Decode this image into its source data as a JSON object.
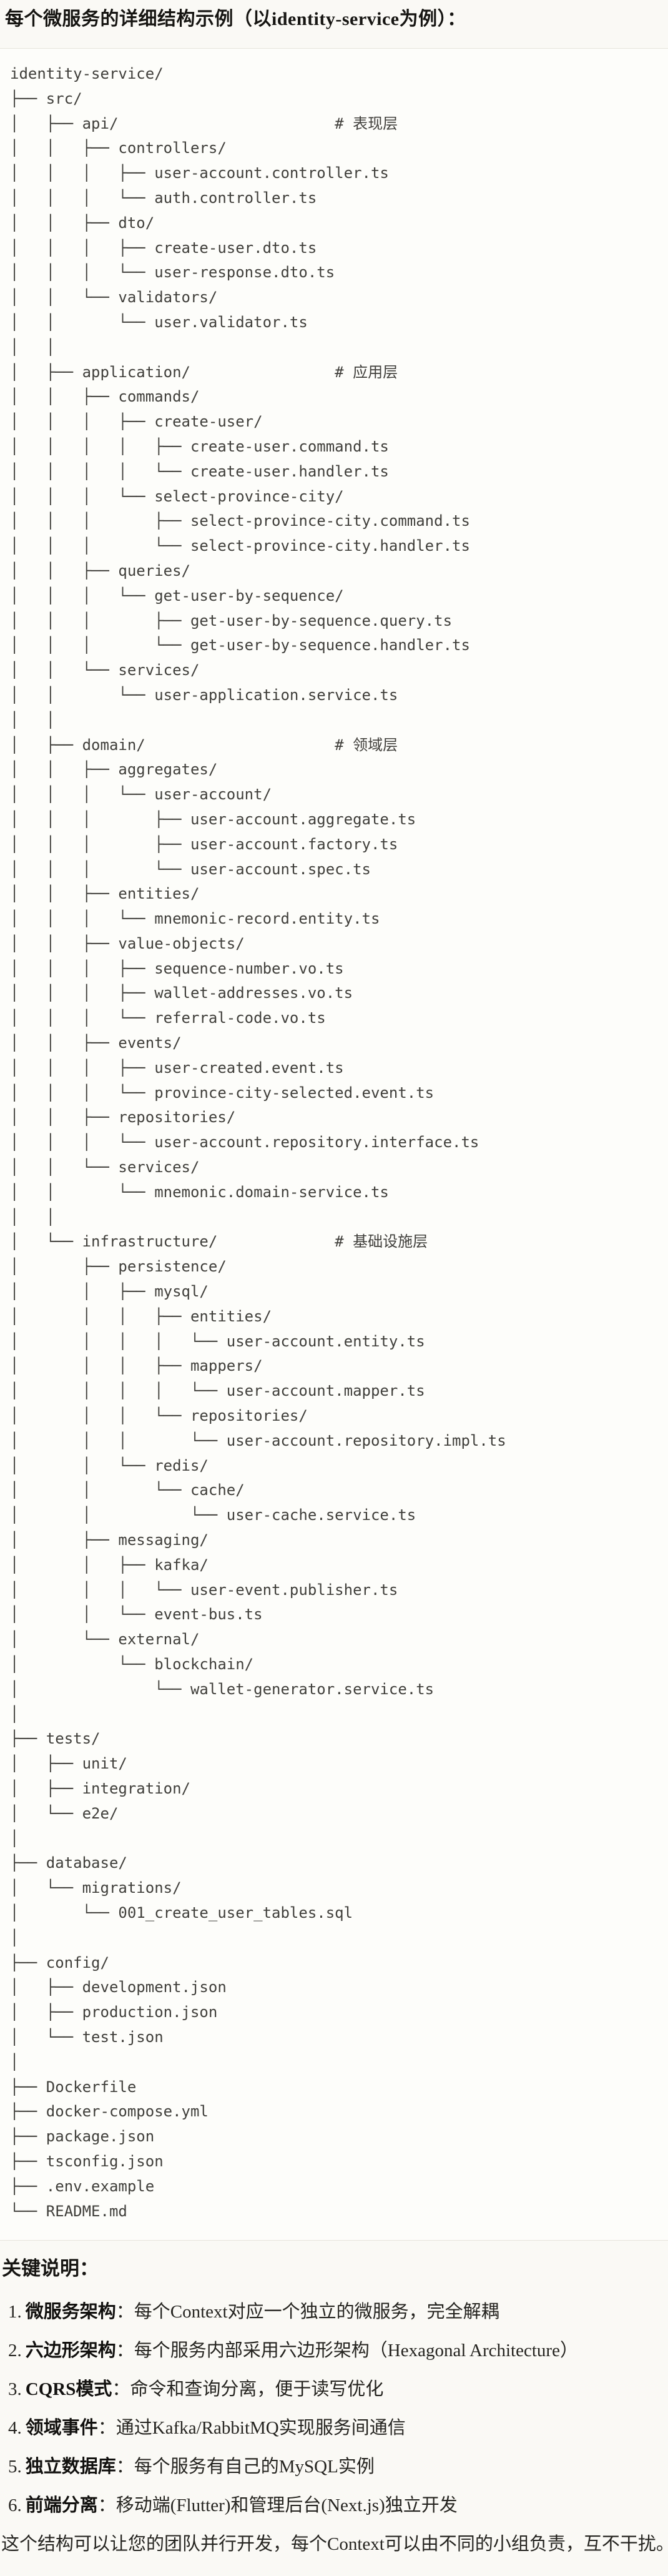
{
  "heading": {
    "title": "每个微服务的详细结构示例（以identity-service为例）："
  },
  "tree": {
    "lines": [
      "identity-service/",
      "├── src/",
      "│   ├── api/                        # 表现层",
      "│   │   ├── controllers/",
      "│   │   │   ├── user-account.controller.ts",
      "│   │   │   └── auth.controller.ts",
      "│   │   ├── dto/",
      "│   │   │   ├── create-user.dto.ts",
      "│   │   │   └── user-response.dto.ts",
      "│   │   └── validators/",
      "│   │       └── user.validator.ts",
      "│   │",
      "│   ├── application/                # 应用层",
      "│   │   ├── commands/",
      "│   │   │   ├── create-user/",
      "│   │   │   │   ├── create-user.command.ts",
      "│   │   │   │   └── create-user.handler.ts",
      "│   │   │   └── select-province-city/",
      "│   │   │       ├── select-province-city.command.ts",
      "│   │   │       └── select-province-city.handler.ts",
      "│   │   ├── queries/",
      "│   │   │   └── get-user-by-sequence/",
      "│   │   │       ├── get-user-by-sequence.query.ts",
      "│   │   │       └── get-user-by-sequence.handler.ts",
      "│   │   └── services/",
      "│   │       └── user-application.service.ts",
      "│   │",
      "│   ├── domain/                     # 领域层",
      "│   │   ├── aggregates/",
      "│   │   │   └── user-account/",
      "│   │   │       ├── user-account.aggregate.ts",
      "│   │   │       ├── user-account.factory.ts",
      "│   │   │       └── user-account.spec.ts",
      "│   │   ├── entities/",
      "│   │   │   └── mnemonic-record.entity.ts",
      "│   │   ├── value-objects/",
      "│   │   │   ├── sequence-number.vo.ts",
      "│   │   │   ├── wallet-addresses.vo.ts",
      "│   │   │   └── referral-code.vo.ts",
      "│   │   ├── events/",
      "│   │   │   ├── user-created.event.ts",
      "│   │   │   └── province-city-selected.event.ts",
      "│   │   ├── repositories/",
      "│   │   │   └── user-account.repository.interface.ts",
      "│   │   └── services/",
      "│   │       └── mnemonic.domain-service.ts",
      "│   │",
      "│   └── infrastructure/             # 基础设施层",
      "│       ├── persistence/",
      "│       │   ├── mysql/",
      "│       │   │   ├── entities/",
      "│       │   │   │   └── user-account.entity.ts",
      "│       │   │   ├── mappers/",
      "│       │   │   │   └── user-account.mapper.ts",
      "│       │   │   └── repositories/",
      "│       │   │       └── user-account.repository.impl.ts",
      "│       │   └── redis/",
      "│       │       └── cache/",
      "│       │           └── user-cache.service.ts",
      "│       ├── messaging/",
      "│       │   ├── kafka/",
      "│       │   │   └── user-event.publisher.ts",
      "│       │   └── event-bus.ts",
      "│       └── external/",
      "│           └── blockchain/",
      "│               └── wallet-generator.service.ts",
      "│",
      "├── tests/",
      "│   ├── unit/",
      "│   ├── integration/",
      "│   └── e2e/",
      "│",
      "├── database/",
      "│   └── migrations/",
      "│       └── 001_create_user_tables.sql",
      "│",
      "├── config/",
      "│   ├── development.json",
      "│   ├── production.json",
      "│   └── test.json",
      "│",
      "├── Dockerfile",
      "├── docker-compose.yml",
      "├── package.json",
      "├── tsconfig.json",
      "├── .env.example",
      "└── README.md"
    ]
  },
  "key_notes": {
    "heading": "关键说明：",
    "items": [
      {
        "num": "1.",
        "term": "微服务架构",
        "text": "：每个Context对应一个独立的微服务，完全解耦"
      },
      {
        "num": "2.",
        "term": "六边形架构",
        "text": "：每个服务内部采用六边形架构（Hexagonal Architecture）"
      },
      {
        "num": "3.",
        "term": "CQRS模式",
        "text": "：命令和查询分离，便于读写优化"
      },
      {
        "num": "4.",
        "term": "领域事件",
        "text": "：通过Kafka/RabbitMQ实现服务间通信"
      },
      {
        "num": "5.",
        "term": "独立数据库",
        "text": "：每个服务有自己的MySQL实例"
      },
      {
        "num": "6.",
        "term": "前端分离",
        "text": "：移动端(Flutter)和管理后台(Next.js)独立开发"
      }
    ],
    "footer": "这个结构可以让您的团队并行开发，每个Context可以由不同的小组负责，互不干扰。"
  }
}
